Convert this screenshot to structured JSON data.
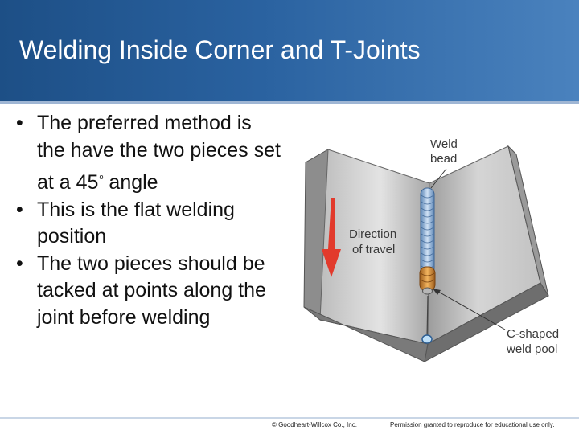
{
  "slide": {
    "title": "Welding Inside Corner and T-Joints",
    "bullets": [
      {
        "before": "The preferred method is the have the two pieces set at a 45",
        "sup": "o",
        "after": " angle"
      },
      {
        "text": "This is the flat welding position"
      },
      {
        "text": "The two pieces should be tacked at points along the joint before welding"
      }
    ],
    "bullet_glyph": "•"
  },
  "figure": {
    "label_weld_bead": [
      "Weld",
      "bead"
    ],
    "label_direction": [
      "Direction",
      "of travel"
    ],
    "label_weld_pool": [
      "C-shaped",
      "weld pool"
    ],
    "colors": {
      "bead": "#a9c6e6",
      "pool": "#e4a24c",
      "arrow": "#e23a2c",
      "plate": "#d6d6d6"
    }
  },
  "footer": {
    "copyright": "© Goodheart-Willcox Co., Inc.",
    "permission": "Permission granted to reproduce for educational use only."
  }
}
